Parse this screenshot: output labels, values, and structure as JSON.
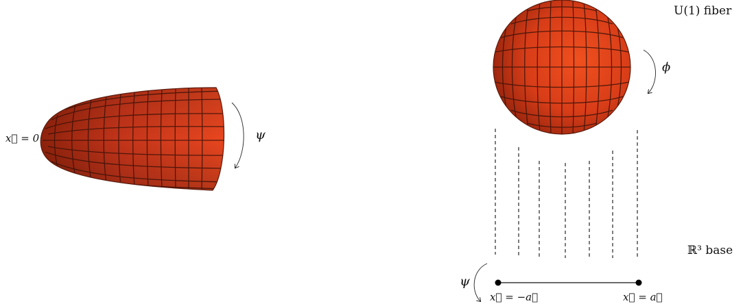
{
  "left_figure": {
    "origin_label": "x⃗ = 0",
    "rotation_label": "ψ"
  },
  "right_figure": {
    "fiber_label": "U(1) fiber",
    "fiber_rotation_label": "ϕ",
    "base_label": "ℝ³ base",
    "base_rotation_label": "ψ",
    "left_point_label": "x⃗ = −a⃗",
    "right_point_label": "x⃗ = a⃗"
  },
  "colors": {
    "surface_dark": "#a82a10",
    "surface_light": "#e8461f",
    "mesh": "#3a120a",
    "line": "#111111"
  },
  "icons": {
    "rotation": "curved-arrow-icon"
  }
}
